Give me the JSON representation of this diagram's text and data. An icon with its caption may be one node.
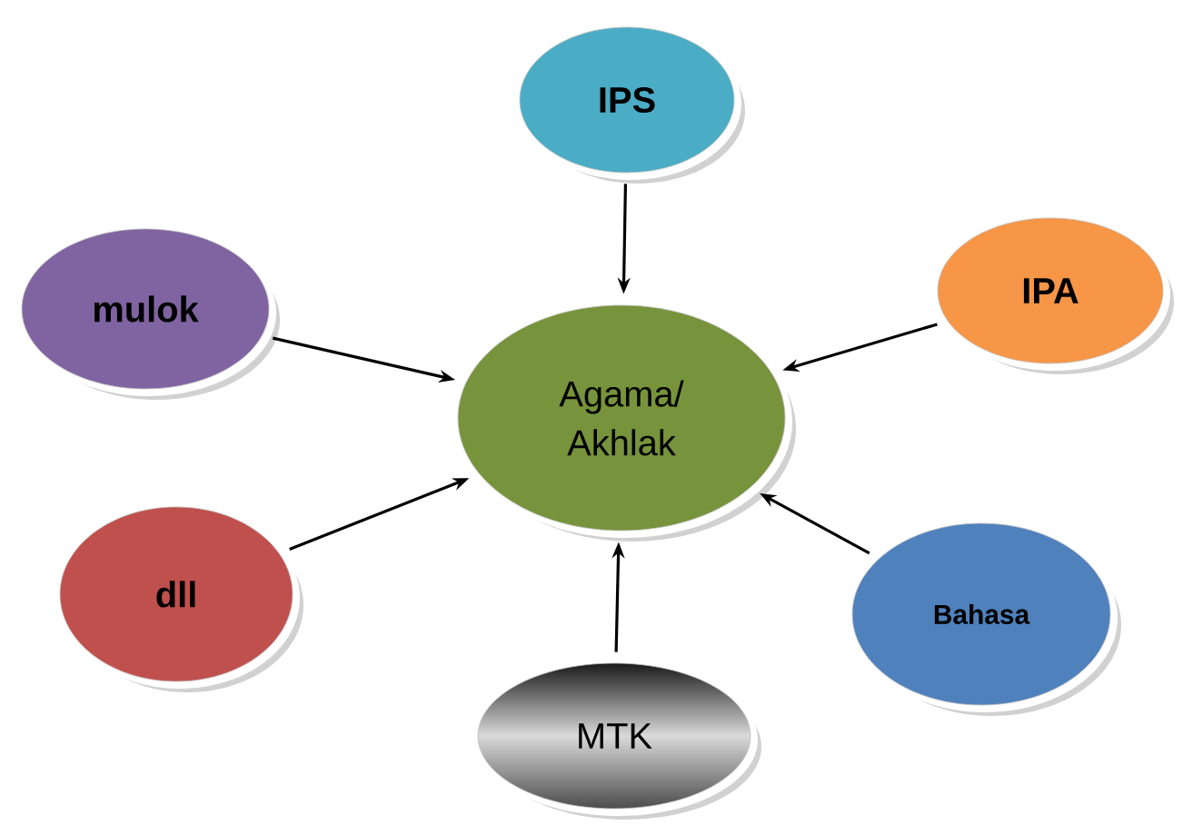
{
  "diagram": {
    "nodes": [
      {
        "text": [
          "IPS"
        ]
      },
      {
        "text": [
          "mulok"
        ]
      },
      {
        "text": [
          "IPA"
        ]
      },
      {
        "text": [
          "Agama/ Akhlak"
        ]
      },
      {
        "text": [
          "dll"
        ]
      },
      {
        "text": [
          "Bahasa"
        ]
      },
      {
        "text": [
          "MTK"
        ]
      }
    ],
    "edges": [
      {
        "from": 0,
        "to": 3,
        "arrow": "to"
      },
      {
        "from": 1,
        "to": 3,
        "arrow": "to"
      },
      {
        "from": 2,
        "to": 3,
        "arrow": "to"
      },
      {
        "from": 4,
        "to": 3,
        "arrow": "to"
      },
      {
        "from": 5,
        "to": 3,
        "arrow": "to"
      },
      {
        "from": 6,
        "to": 3,
        "arrow": "to"
      }
    ]
  }
}
